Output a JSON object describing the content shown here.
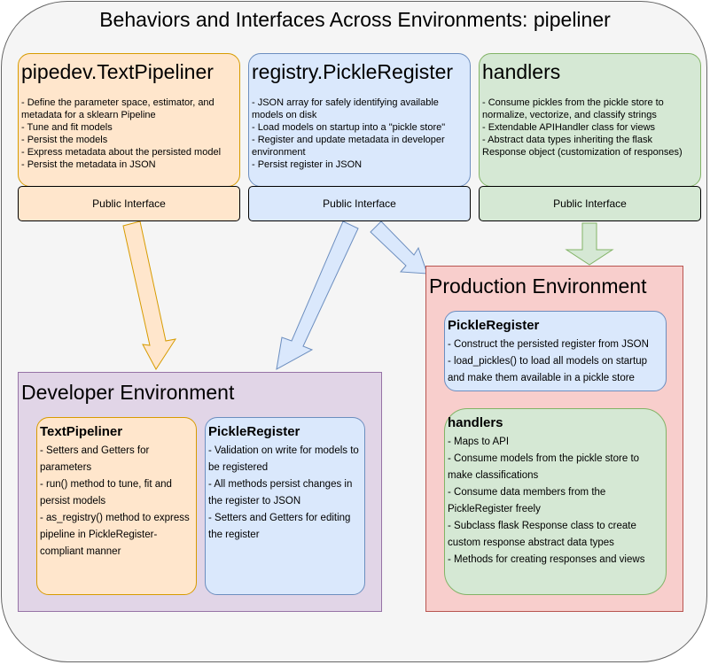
{
  "title": "Behaviors and Interfaces Across Environments: pipeliner",
  "components": [
    {
      "name": "pipedev.TextPipeliner",
      "items": [
        "- Define the parameter space, estimator, and metadata for a sklearn Pipeline",
        "- Tune and fit models",
        "- Persist the models",
        "- Express metadata about the persisted model",
        "- Persist the metadata in JSON"
      ],
      "interface": "Public Interface"
    },
    {
      "name": "registry.PickleRegister",
      "items": [
        "- JSON array for safely identifying available models on disk",
        "- Load models on startup into a \"pickle store\"",
        "- Register and update metadata in developer environment",
        "- Persist register in JSON"
      ],
      "interface": "Public Interface"
    },
    {
      "name": "handlers",
      "items": [
        "- Consume pickles from the pickle store to normalize, vectorize, and classify strings",
        "- Extendable APIHandler class for views",
        "- Abstract data types inheriting the flask Response object (customization of responses)"
      ],
      "interface": "Public Interface"
    }
  ],
  "developer": {
    "title": "Developer Environment",
    "text_pipeliner": {
      "title": "TextPipeliner",
      "items": [
        "- Setters and Getters for parameters",
        "- run() method to tune, fit and persist models",
        "- as_registry() method to express pipeline in PickleRegister-compliant manner"
      ]
    },
    "pickle_register": {
      "title": "PickleRegister",
      "items": [
        "- Validation on write for models to be registered",
        "- All methods persist changes in the register to JSON",
        "- Setters and Getters for editing the register"
      ]
    }
  },
  "production": {
    "title": "Production Environment",
    "pickle_register": {
      "title": "PickleRegister",
      "items": [
        "- Construct the persisted register from JSON",
        "- load_pickles() to load all models on startup and make them available in a pickle store"
      ]
    },
    "handlers": {
      "title": "handlers",
      "items": [
        "- Maps to API",
        "- Consume models from the pickle store to make classifications",
        "- Consume data members from the PickleRegister freely",
        "- Subclass flask Response class to create custom response abstract data types",
        "- Methods for creating responses and views"
      ]
    }
  },
  "colors": {
    "orange_fill": "#ffe6cc",
    "orange_stroke": "#d79b00",
    "blue_fill": "#dae8fc",
    "blue_stroke": "#6c8ebf",
    "green_fill": "#d5e8d4",
    "green_stroke": "#82b366",
    "purple_fill": "#e1d5e7",
    "purple_stroke": "#9673a6",
    "red_fill": "#f8cecc",
    "red_stroke": "#b85450"
  }
}
